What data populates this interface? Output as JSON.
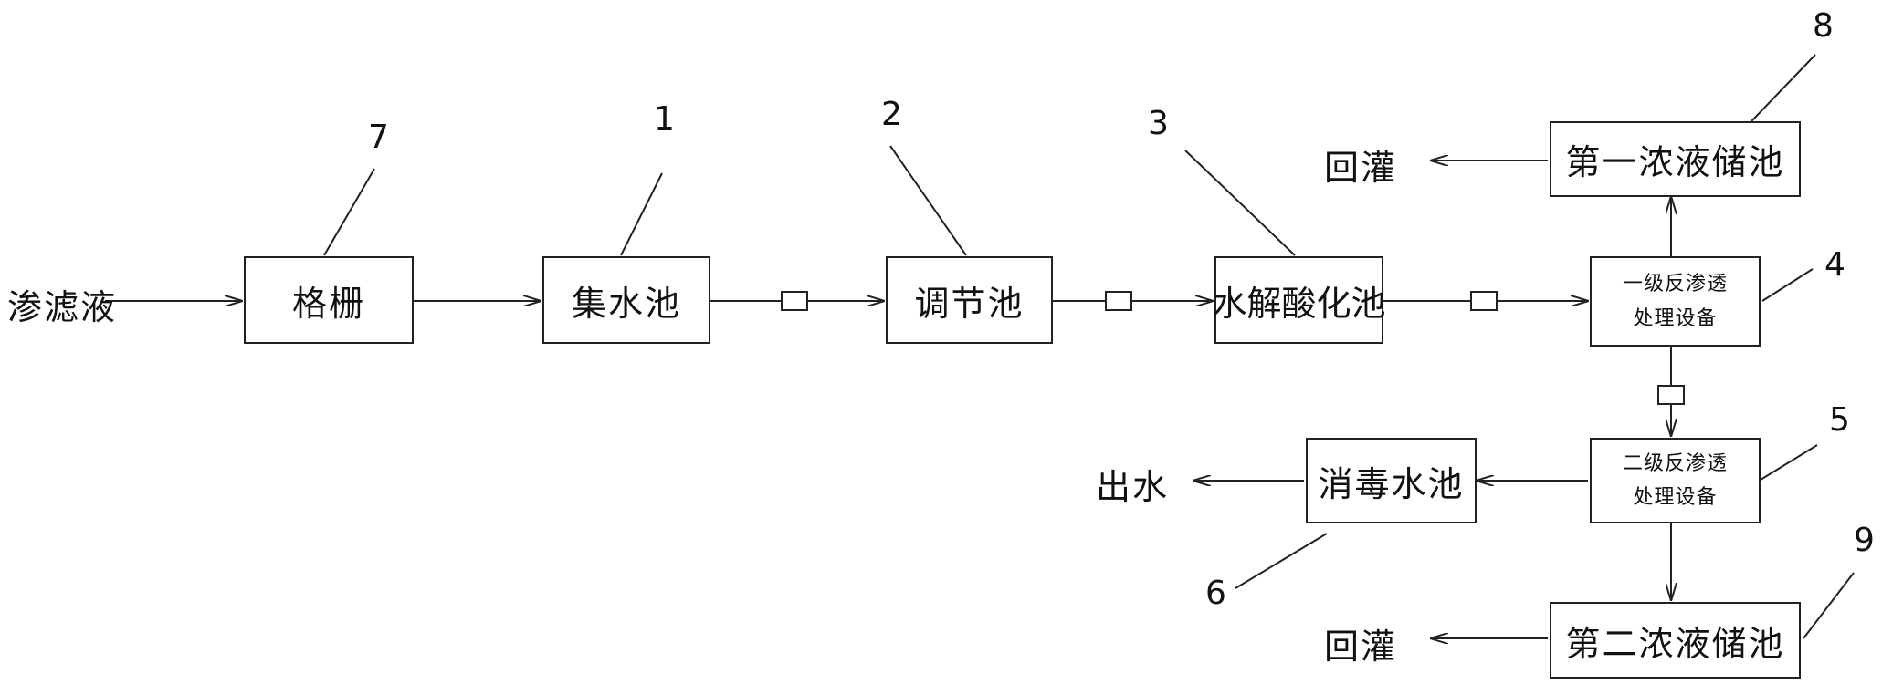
{
  "input_label": "渗滤液",
  "nodes": {
    "grille": "格栅",
    "collection_tank": "集水池",
    "adjustment_tank": "调节池",
    "hydrolysis_tank": "水解酸化池",
    "ro1_line1": "一级反渗透",
    "ro1_line2": "处理设备",
    "ro2_line1": "二级反渗透",
    "ro2_line2": "处理设备",
    "concentrate_tank_1": "第一浓液储池",
    "concentrate_tank_2": "第二浓液储池",
    "disinfection_tank": "消毒水池"
  },
  "outputs": {
    "recirculation_1": "回灌",
    "recirculation_2": "回灌",
    "effluent": "出水"
  },
  "callouts": {
    "n1": "1",
    "n2": "2",
    "n3": "3",
    "n4": "4",
    "n5": "5",
    "n6": "6",
    "n7": "7",
    "n8": "8",
    "n9": "9"
  }
}
